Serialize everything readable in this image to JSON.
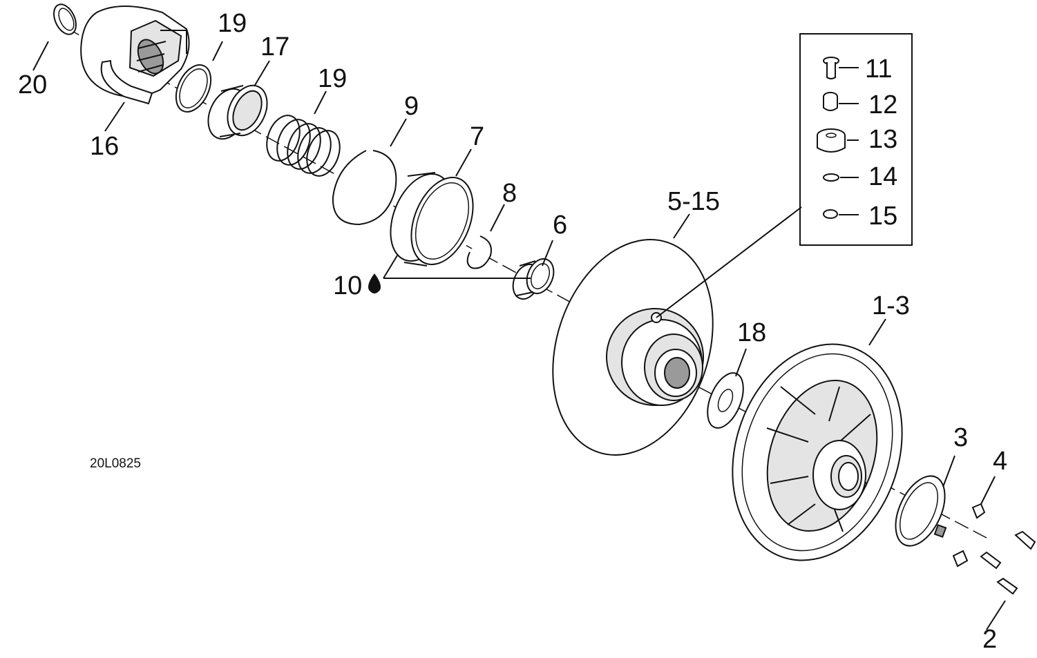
{
  "drawing_code": "20L0825",
  "callouts": {
    "c20": "20",
    "c16": "16",
    "c19a": "19",
    "c17": "17",
    "c19b": "19",
    "c9": "9",
    "c7": "7",
    "c8": "8",
    "c6": "6",
    "c10": "10",
    "c5_15": "5-15",
    "c18": "18",
    "c1_3": "1-3",
    "c3": "3",
    "c4": "4",
    "c2": "2"
  },
  "inset": {
    "c11": "11",
    "c12": "12",
    "c13": "13",
    "c14": "14",
    "c15": "15"
  }
}
